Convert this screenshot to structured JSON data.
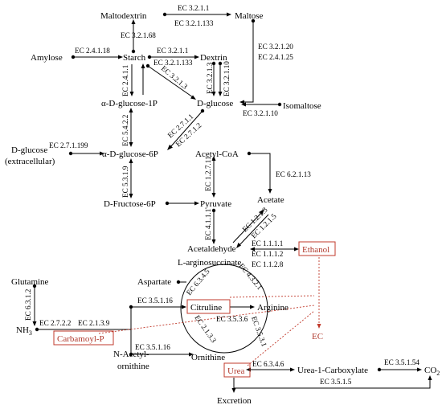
{
  "nodes": {
    "maltodextrin": "Maltodextrin",
    "maltose": "Maltose",
    "amylose": "Amylose",
    "starch": "Starch",
    "dextrin": "Dextrin",
    "alpha_glucose_1p": "α-D-glucose-1P",
    "d_glucose": "D-glucose",
    "isomaltose": "Isomaltose",
    "d_glucose_ext_1": "D-glucose",
    "d_glucose_ext_2": "(extracellular)",
    "alpha_glucose_6p": "α-D-glucose-6P",
    "acetyl_coa": "Acetyl-CoA",
    "d_fructose_6p": "D-Fructose-6P",
    "pyruvate": "Pyruvate",
    "acetate": "Acetate",
    "acetaldehyde": "Acetaldehyde",
    "ethanol": "Ethanol",
    "l_arginosuccinate": "L-arginosuccinate",
    "aspartate": "Aspartate",
    "glutamine": "Glutamine",
    "citruline": "Citruline",
    "arginine": "Arginine",
    "nh3": "NH",
    "nh3_sub": "3",
    "carbamoyl_p": "Carbamoyl-P",
    "n_acetyl_1": "N-Acetyl-",
    "n_acetyl_2": "ornithine",
    "ornithine": "Ornithine",
    "urea": "Urea",
    "urea_1_carboxylate": "Urea-1-Carboxylate",
    "co2": "CO",
    "co2_sub": "2",
    "excretion": "Excretion",
    "ec_product": "EC"
  },
  "enzymes": {
    "ec_3_2_1_1_top": "EC 3.2.1.1",
    "ec_3_2_1_133_top": "EC 3.2.1.133",
    "ec_3_2_1_68": "EC 3.2.1.68",
    "ec_2_4_1_18": "EC 2.4.1.18",
    "ec_3_2_1_1_mid": "EC 3.2.1.1",
    "ec_3_2_1_133_mid": "EC 3.2.1.133",
    "ec_3_2_1_20": "EC 3.2.1.20",
    "ec_2_4_1_25": "EC 2.4.1.25",
    "ec_2_4_1_1": "EC 2.4.1.1",
    "ec_3_2_1_3_diag": "EC 3.2.1.3",
    "ec_3_2_1_3_vert": "EC 3.2.1.3",
    "ec_3_2_1_10_vert": "EC 3.2.1.10",
    "ec_3_2_1_10": "EC 3.2.1.10",
    "ec_5_4_2_2": "EC 5.4.2.2",
    "ec_2_7_1_1": "EC 2.7.1.1",
    "ec_2_7_1_2": "EC 2.7.1.2",
    "ec_2_7_1_199": "EC 2.7.1.199",
    "ec_5_3_1_9": "EC 5.3.1.9",
    "ec_1_2_7_11": "EC 1.2.7.11",
    "ec_6_2_1_13": "EC 6.2.1.13",
    "ec_4_1_1_1": "EC 4.1.1.1",
    "ec_1_2_1_3": "EC 1.2.1.3",
    "ec_1_2_1_5": "EC 1.2.1.5",
    "ec_1_1_1_1": "EC 1.1.1.1",
    "ec_1_1_1_2": "EC 1.1.1.2",
    "ec_1_1_2_8": "EC 1.1.2.8",
    "ec_6_3_4_5": "EC 6.3.4.5",
    "ec_4_3_2_1": "EC 4.3.2.1",
    "ec_6_3_1_2": "EC 6.3.1.2",
    "ec_3_5_1_16_top": "EC 3.5.1.16",
    "ec_3_5_3_6": "EC 3.5.3.6",
    "ec_2_7_2_2": "EC 2.7.2.2",
    "ec_2_1_3_9": "EC 2.1.3.9",
    "ec_3_5_3_1": "EC 3.5.3.1",
    "ec_2_1_3_3": "EC 2.1.3.3",
    "ec_3_5_1_16_bot": "EC 3.5.1.16",
    "ec_6_3_4_6": "EC 6.3.4.6",
    "ec_3_5_1_54": "EC 3.5.1.54",
    "ec_3_5_1_5": "EC 3.5.1.5"
  },
  "colors": {
    "highlight": "#c0392b",
    "ink": "#000000",
    "background": "#ffffff"
  }
}
